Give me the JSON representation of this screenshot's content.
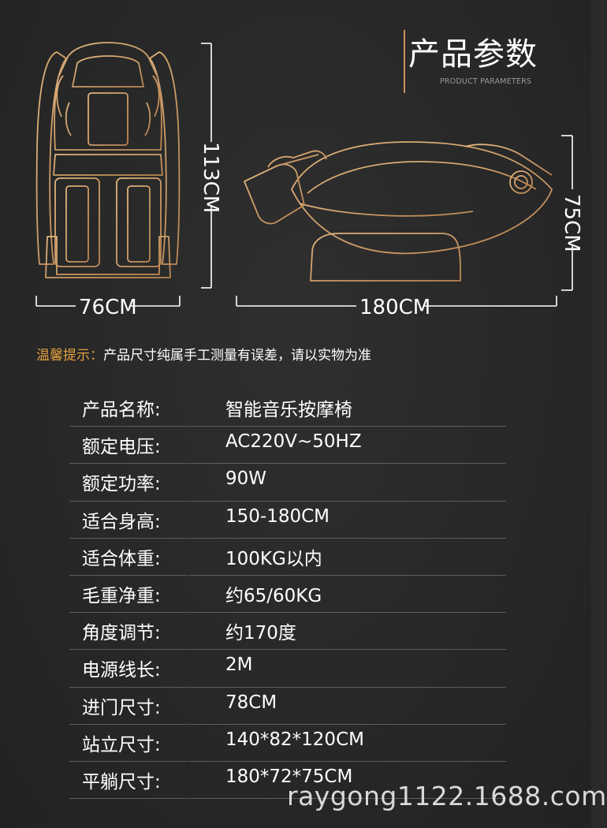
{
  "header": {
    "title": "产品参数",
    "subtitle": "PRODUCT PARAMETERS"
  },
  "dimensions": {
    "front_width": "76CM",
    "front_height": "113CM",
    "side_length": "180CM",
    "side_height": "75CM"
  },
  "notice": {
    "label": "温馨提示：",
    "text": "产品尺寸纯属手工测量有误差，请以实物为准"
  },
  "specs": [
    {
      "label": "产品名称:",
      "value": "智能音乐按摩椅"
    },
    {
      "label": "额定电压:",
      "value": "AC220V~50HZ"
    },
    {
      "label": "额定功率:",
      "value": "90W"
    },
    {
      "label": "适合身高:",
      "value": "150-180CM"
    },
    {
      "label": "适合体重:",
      "value": "100KG以内"
    },
    {
      "label": "毛重净重:",
      "value": "约65/60KG"
    },
    {
      "label": "角度调节:",
      "value": "约170度"
    },
    {
      "label": "电源线长:",
      "value": "2M"
    },
    {
      "label": "进门尺寸:",
      "value": "78CM"
    },
    {
      "label": "站立尺寸:",
      "value": "140*82*120CM"
    },
    {
      "label": "平躺尺寸:",
      "value": "180*72*75CM"
    }
  ],
  "watermark": "raygong1122.1688.com",
  "colors": {
    "accent": "#c8935a",
    "notice": "#e4a13f",
    "background": "#2a2a2a"
  }
}
